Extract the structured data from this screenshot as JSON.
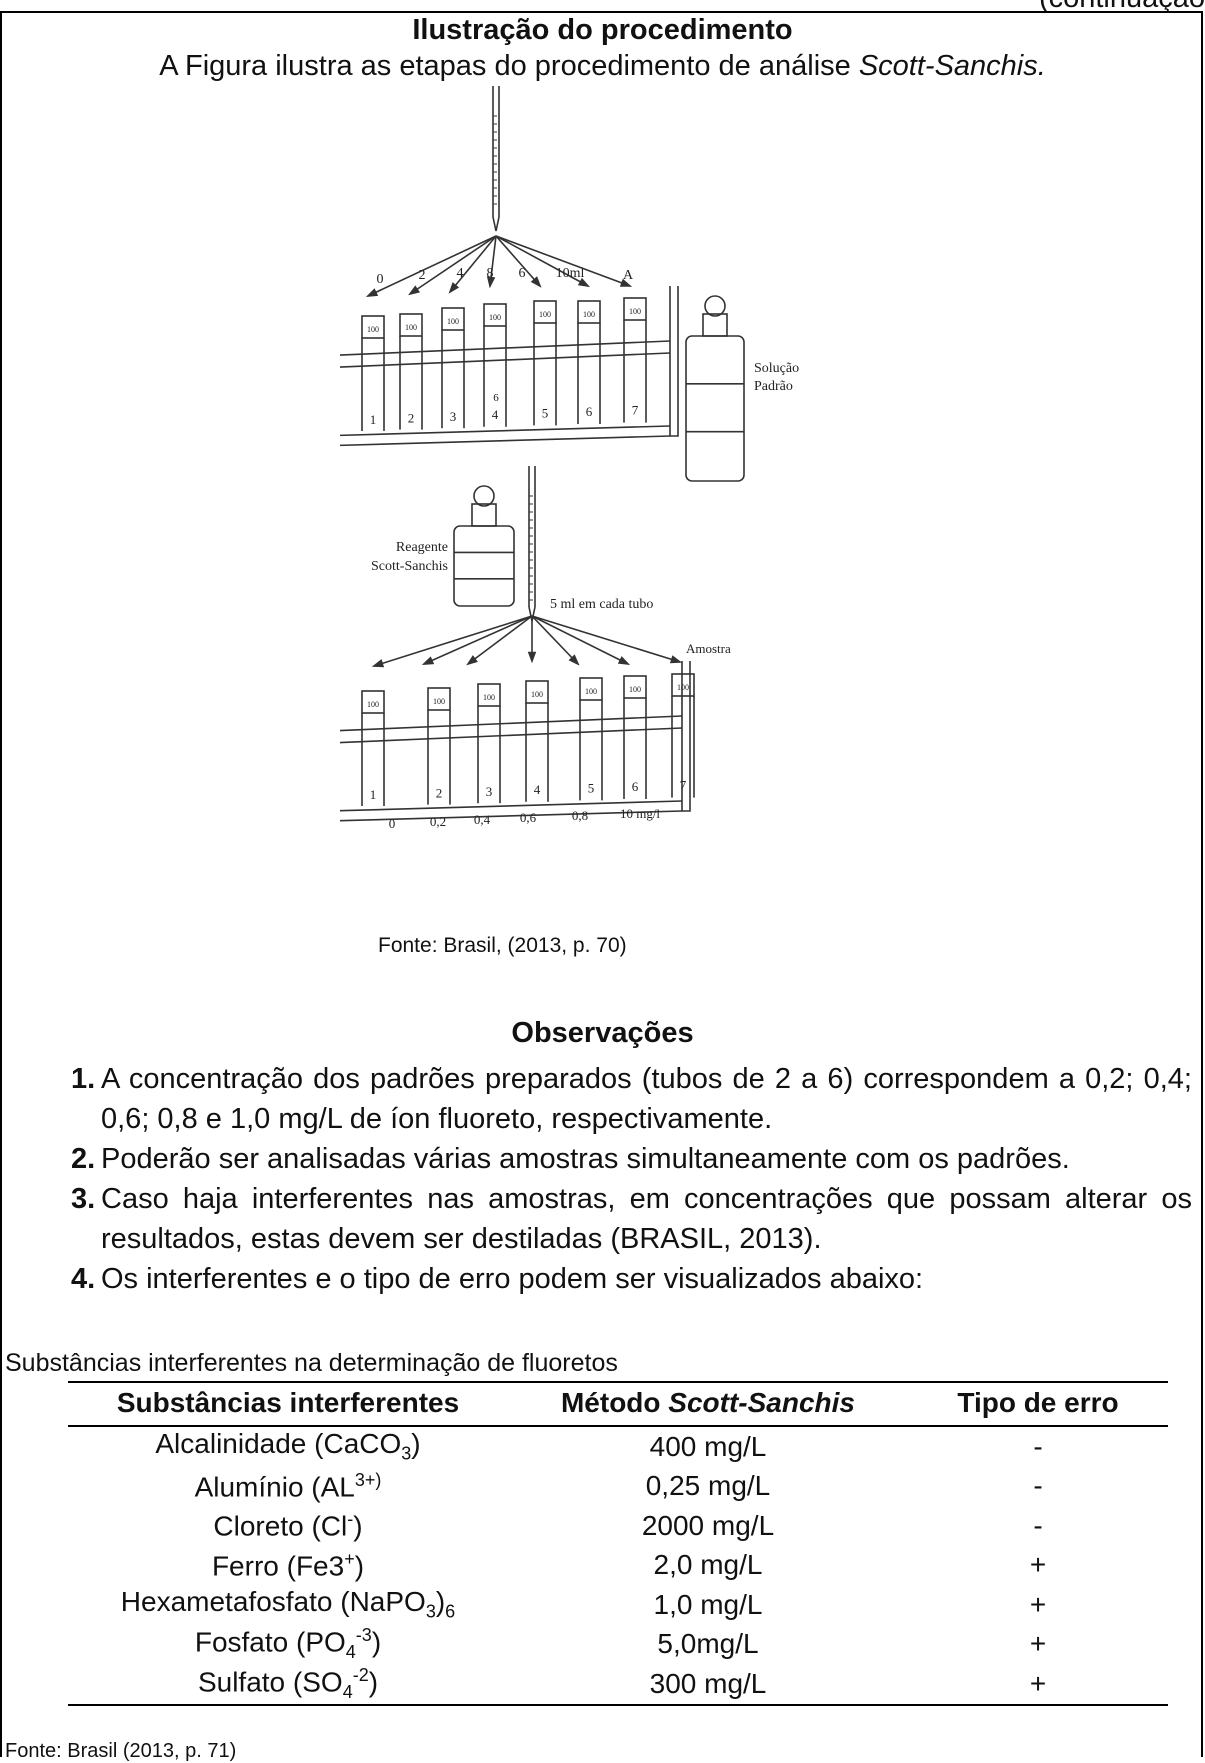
{
  "continuation": "(continuação",
  "title": "Ilustração do procedimento",
  "intro": {
    "text": "A Figura ilustra as etapas do procedimento de análise ",
    "emph": "Scott-Sanchis."
  },
  "figure": {
    "rack1_top_labels": [
      "0",
      "2",
      "4",
      "8",
      "6",
      "10ml",
      "A"
    ],
    "rack1_tube_numbers": [
      "1",
      "2",
      "3",
      "4",
      "5",
      "6",
      "7"
    ],
    "rack1_stray_mark": "6",
    "tube_cap_label": "100",
    "bottle1_label": [
      "Solução",
      "Padrão"
    ],
    "bottle2_label": [
      "Reagente",
      "Scott-Sanchis"
    ],
    "pipette2_note": "5 ml em cada tubo",
    "rack2_sample_label": "Amostra",
    "rack2_tube_numbers": [
      "1",
      "2",
      "3",
      "4",
      "5",
      "6",
      "7"
    ],
    "rack2_bottom_labels": [
      "0",
      "0,2",
      "0,4",
      "0,6",
      "0,8",
      "10 mg/l"
    ]
  },
  "figure_caption": "Fonte: Brasil, (2013, p. 70)",
  "observations": {
    "title": "Observações",
    "items": [
      {
        "num": "1.",
        "text": "A concentração dos padrões preparados (tubos de 2 a 6) correspondem a 0,2; 0,4; 0,6; 0,8 e 1,0 mg/L de íon fluoreto, respectivamente."
      },
      {
        "num": "2.",
        "text": "Poderão ser analisadas várias amostras simultaneamente com os padrões."
      },
      {
        "num": "3.",
        "text": "Caso haja interferentes nas amostras, em concentrações que possam alterar os resultados, estas devem ser destiladas (BRASIL, 2013)."
      },
      {
        "num": "4.",
        "text": "Os interferentes e o tipo de erro podem ser visualizados abaixo:"
      }
    ]
  },
  "table": {
    "caption": "Substâncias interferentes na determinação de fluoretos",
    "headers": {
      "substance": "Substâncias interferentes",
      "method_prefix": "Método ",
      "method_emph": "Scott-Sanchis",
      "error": "Tipo de erro"
    },
    "rows": [
      {
        "name": "Alcalinidade (CaCO",
        "sub": "3",
        "sup": "",
        "tail": ")",
        "value": "400 mg/L",
        "error": "-"
      },
      {
        "name": "Alumínio (AL",
        "sub": "",
        "sup": "3+)",
        "tail": "",
        "value": "0,25 mg/L",
        "error": "-"
      },
      {
        "name": "Cloreto (Cl",
        "sub": "",
        "sup": "-",
        "tail": ")",
        "value": "2000 mg/L",
        "error": "-"
      },
      {
        "name": "Ferro (Fe3",
        "sub": "",
        "sup": "+",
        "tail": ")",
        "value": "2,0 mg/L",
        "error": "+"
      },
      {
        "name": "Hexametafosfato (NaPO",
        "sub": "3",
        "sup": "",
        "tail": ")",
        "sub2": "6",
        "value": "1,0 mg/L",
        "error": "+"
      },
      {
        "name": "Fosfato (PO",
        "sub": "4",
        "sup": "-3",
        "tail": ")",
        "value": "5,0mg/L",
        "error": "+"
      },
      {
        "name": "Sulfato (SO",
        "sub": "4",
        "sup": "-2",
        "tail": ")",
        "value": "300 mg/L",
        "error": "+"
      }
    ]
  },
  "source": "Fonte: Brasil (2013, p. 71)"
}
